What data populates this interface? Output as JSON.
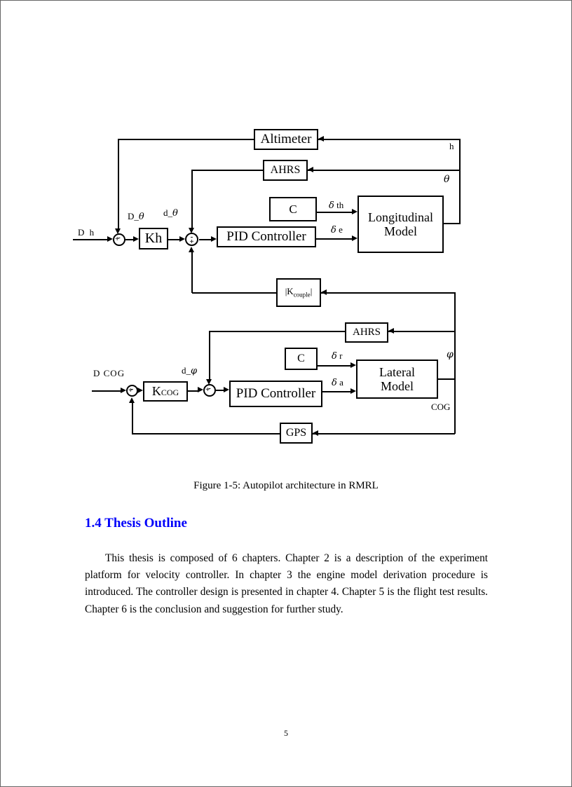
{
  "page": {
    "number": "5"
  },
  "figure": {
    "caption": "Figure 1-5: Autopilot architecture in RMRL",
    "boxes": {
      "altimeter": "Altimeter",
      "ahrs_top": "AHRS",
      "c_top": "C",
      "longitudinal_line1": "Longitudinal",
      "longitudinal_line2": "Model",
      "pid_top": "PID Controller",
      "kh": "Kh",
      "kcouple_open": "|K",
      "kcouple_sub": "couple",
      "kcouple_close": "|",
      "ahrs_bottom": "AHRS",
      "c_bottom": "C",
      "lateral_line1": "Lateral",
      "lateral_line2": "Model",
      "pid_bottom": "PID Controller",
      "kcog_main": "K",
      "kcog_sub": "COG",
      "gps": "GPS"
    },
    "labels": {
      "input_top": "D h",
      "cap_d_theta_prefix": "D_",
      "cap_d_theta_greek": "θ",
      "d_theta_prefix": "d_",
      "d_theta_greek": "θ",
      "delta_th_greek": "δ",
      "delta_th_rest": "th",
      "delta_e_greek": "δ",
      "delta_e_rest": "e",
      "h_feedback": "h",
      "theta_feedback": "θ",
      "input_bottom": "D COG",
      "d_phi_prefix": "d_",
      "d_phi_greek": "φ",
      "delta_r_greek": "δ",
      "delta_r_rest": "r",
      "delta_a_greek": "δ",
      "delta_a_rest": "a",
      "phi_feedback": "φ",
      "cog_feedback": "COG"
    },
    "sum_signs": {
      "alt_sum_left": "+",
      "alt_sum_top": "-",
      "pitch_sum_top": "-",
      "pitch_sum_bottom": "+",
      "cog_sum_left": "+",
      "cog_sum_top": "-",
      "roll_sum_left": "+",
      "roll_sum_top": "-"
    }
  },
  "section": {
    "heading": "1.4 Thesis Outline",
    "heading_color": "#0000fa",
    "paragraph": "This thesis is composed of 6 chapters. Chapter 2 is a description of the experiment platform for velocity controller. In chapter 3 the engine model derivation procedure is introduced. The controller design is presented in chapter 4. Chapter 5 is the flight test results. Chapter 6 is the conclusion and suggestion for further study."
  }
}
